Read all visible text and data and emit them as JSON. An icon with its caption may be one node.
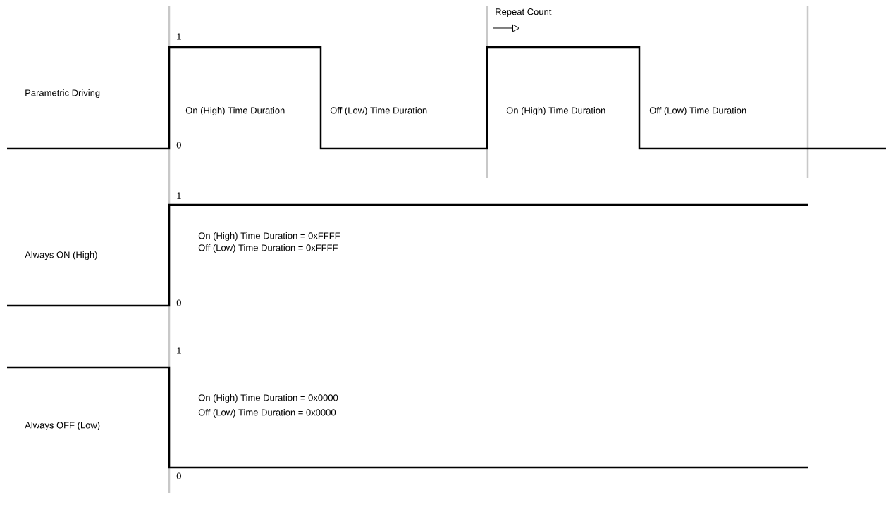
{
  "diagram": {
    "labels": [
      "1",
      "Repeat Count",
      "Parametric Driving",
      "On (High) Time Duration",
      "Off (Low) Time Duration",
      "On (High) Time Duration",
      "Off (Low) Time Duration",
      "0",
      "1",
      "On (High) Time Duration = 0xFFFF",
      "Off (Low) Time Duration = 0xFFFF",
      "Always ON (High)",
      "0",
      "1",
      "On (High) Time Duration = 0x0000",
      "Off (Low) Time Duration = 0x0000",
      "Always OFF (Low)",
      "0"
    ]
  }
}
